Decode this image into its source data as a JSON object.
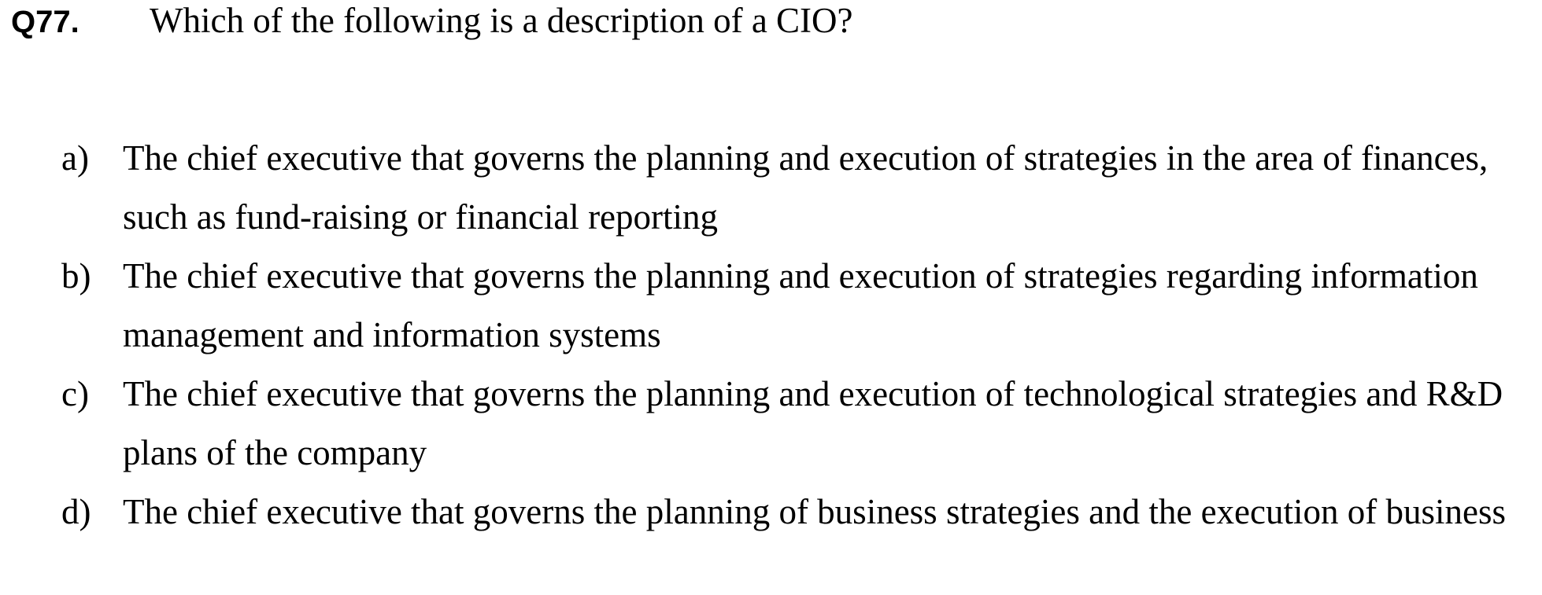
{
  "question": {
    "number": "Q77.",
    "text": "Which of the following is a description of a CIO?"
  },
  "options": [
    {
      "letter": "a)",
      "text": "The chief executive that governs the planning and execution of strategies in the area of finances, such as fund-raising or financial reporting"
    },
    {
      "letter": "b)",
      "text": "The chief executive that governs the planning and execution of strategies regarding information management and information systems"
    },
    {
      "letter": "c)",
      "text": "The chief executive that governs the planning and execution of technological strategies and R&D plans of the company"
    },
    {
      "letter": "d)",
      "text": "The chief executive that governs the planning of business strategies and the execution of business"
    }
  ]
}
